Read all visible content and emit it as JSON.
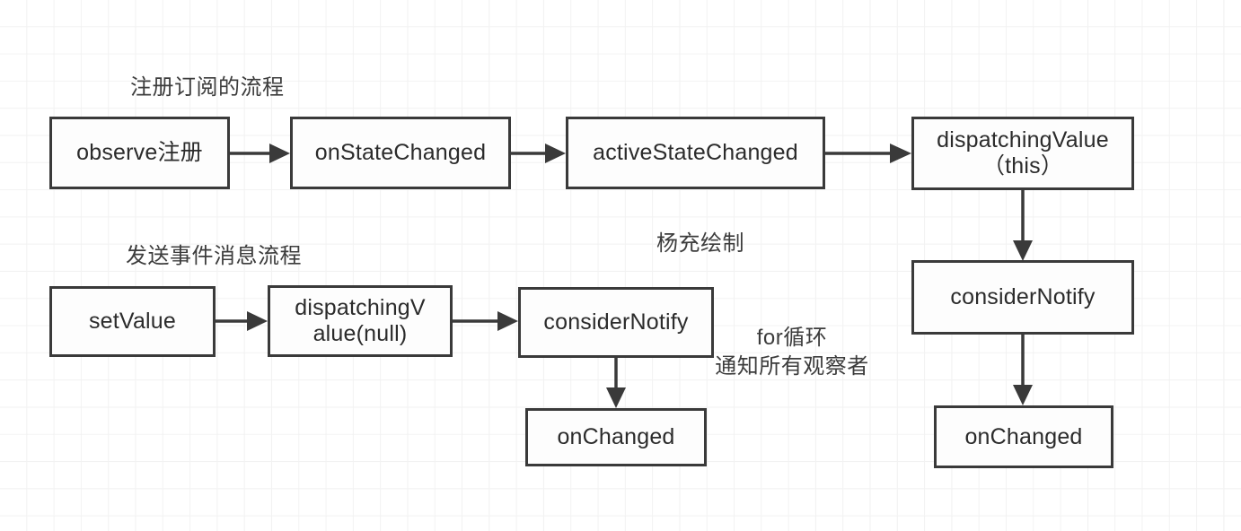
{
  "diagram": {
    "title_note_top": "注册订阅的流程",
    "title_note_mid": "发送事件消息流程",
    "author_note": "杨充绘制",
    "loop_note": "for循环\n通知所有观察者",
    "colors": {
      "background": "#ffffff",
      "grid_minor": "#f2f2f2",
      "grid_major": "#ececec",
      "stroke": "#3a3a3a",
      "node_fill": "#fdfdfd",
      "text": "#2b2b2b"
    },
    "nodes": [
      {
        "id": "observe",
        "label": "observe注册"
      },
      {
        "id": "on-state-changed",
        "label": "onStateChanged"
      },
      {
        "id": "active-state-changed",
        "label": "activeStateChanged"
      },
      {
        "id": "dispatching-this",
        "label": "dispatchingValue\n（this）"
      },
      {
        "id": "consider-notify-right",
        "label": "considerNotify"
      },
      {
        "id": "on-changed-right",
        "label": "onChanged"
      },
      {
        "id": "set-value",
        "label": "setValue"
      },
      {
        "id": "dispatching-null",
        "label": "dispatchingV\nalue(null)"
      },
      {
        "id": "consider-notify-mid",
        "label": "considerNotify"
      },
      {
        "id": "on-changed-mid",
        "label": "onChanged"
      }
    ],
    "edges": [
      {
        "id": "observe-to-on-state-changed"
      },
      {
        "id": "on-state-changed-to-active-state-changed"
      },
      {
        "id": "active-state-changed-to-dispatching-this"
      },
      {
        "id": "dispatching-this-to-consider-notify-right"
      },
      {
        "id": "consider-notify-right-to-on-changed-right"
      },
      {
        "id": "set-value-to-dispatching-null"
      },
      {
        "id": "dispatching-null-to-consider-notify-mid"
      },
      {
        "id": "consider-notify-mid-to-on-changed-mid"
      }
    ]
  }
}
